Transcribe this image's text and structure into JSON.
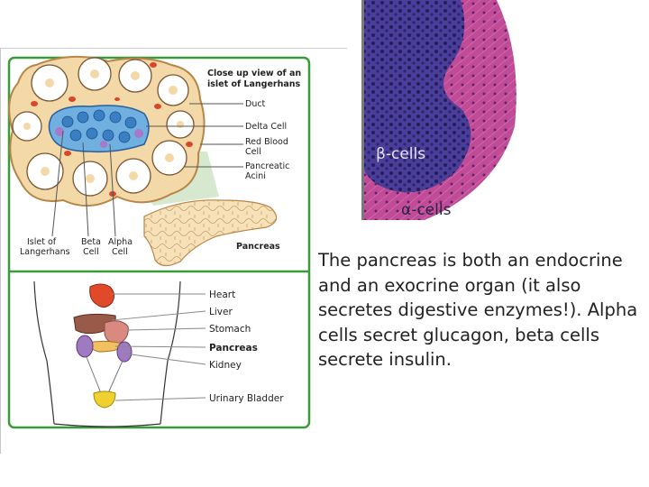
{
  "islet_diagram": {
    "title_line1": "Close up view of an",
    "title_line2": "islet of Langerhans",
    "labels": {
      "duct": "Duct",
      "delta_cell": "Delta Cell",
      "rbc_line1": "Red Blood",
      "rbc_line2": "Cell",
      "acini_line1": "Pancreatic",
      "acini_line2": "Acini",
      "pancreas": "Pancreas",
      "islet_line1": "Islet of",
      "islet_line2": "Langerhans",
      "beta_line1": "Beta",
      "beta_line2": "Cell",
      "alpha_line1": "Alpha",
      "alpha_line2": "Cell"
    }
  },
  "body_diagram": {
    "labels": {
      "heart": "Heart",
      "liver": "Liver",
      "stomach": "Stomach",
      "pancreas": "Pancreas",
      "kidney": "Kidney",
      "urinary_bladder": "Urinary Bladder"
    }
  },
  "micrograph": {
    "beta_label": "β-cells",
    "alpha_label": "α-cells"
  },
  "caption": "The pancreas is both an endocrine and an exocrine organ (it also secretes digestive enzymes!). Alpha cells secret glucagon, beta cells secrete insulin."
}
